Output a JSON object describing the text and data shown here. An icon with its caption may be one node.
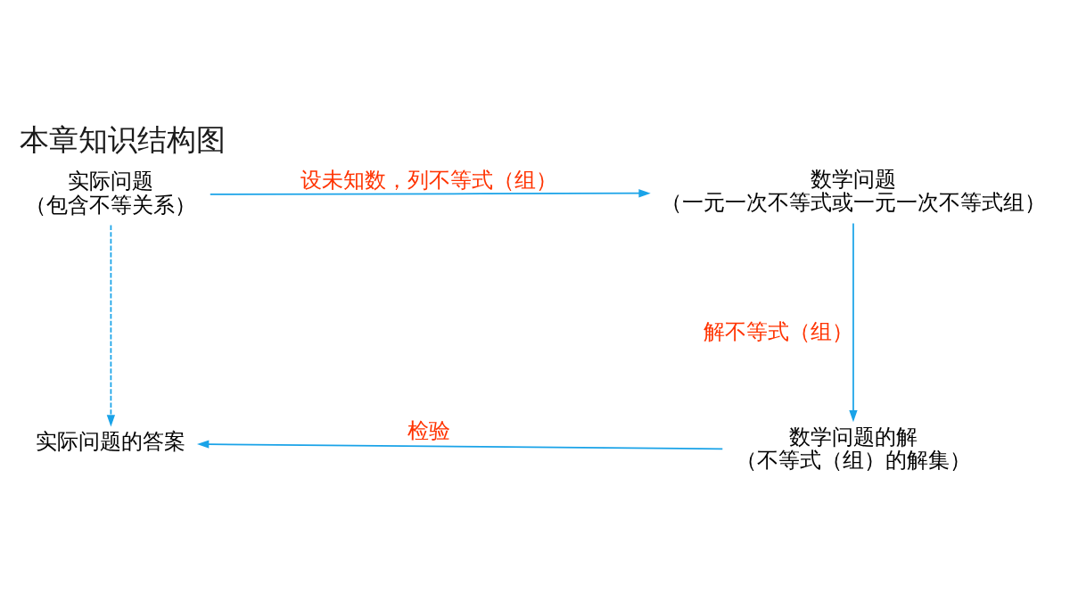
{
  "diagram": {
    "title": "本章知识结构图",
    "nodes": [
      {
        "text": [
          "实际问题",
          "（包含不等关系）"
        ]
      },
      {
        "text": [
          "数学问题",
          "（一元一次不等式或一元一次不等式组）"
        ]
      },
      {
        "text": [
          "数学问题的解",
          "（不等式（组）的解集）"
        ]
      },
      {
        "text": [
          "实际问题的答案"
        ]
      }
    ],
    "edges": [
      {
        "from": 0,
        "to": 1,
        "arrow": "to",
        "label": "设未知数，列不等式（组）"
      },
      {
        "from": 1,
        "to": 2,
        "arrow": "to",
        "label": "解不等式（组）"
      },
      {
        "from": 2,
        "to": 3,
        "arrow": "to",
        "label": "检验"
      },
      {
        "from": 0,
        "to": 3,
        "arrow": "to",
        "style": "dashed"
      }
    ]
  }
}
